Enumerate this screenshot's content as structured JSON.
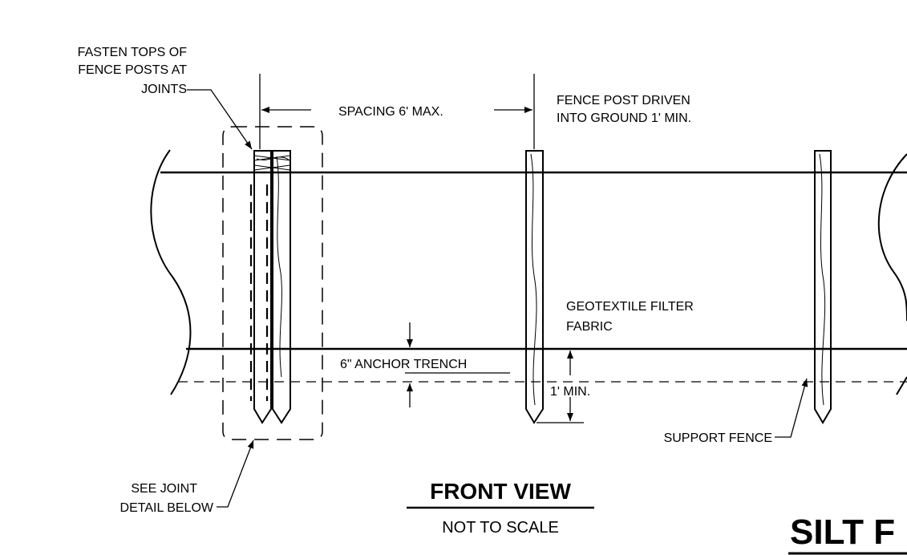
{
  "labels": {
    "fasten_line1": "FASTEN TOPS OF",
    "fasten_line2": "FENCE POSTS AT",
    "fasten_line3": "JOINTS",
    "spacing": "SPACING 6' MAX.",
    "post_driven_line1": "FENCE POST DRIVEN",
    "post_driven_line2": "INTO GROUND 1' MIN.",
    "geotextile_line1": "GEOTEXTILE FILTER",
    "geotextile_line2": "FABRIC",
    "anchor_trench": "6\" ANCHOR TRENCH",
    "one_ft_min": "1' MIN.",
    "support_fence": "SUPPORT FENCE",
    "see_joint_line1": "SEE JOINT",
    "see_joint_line2": "DETAIL BELOW"
  },
  "view_title": "FRONT VIEW",
  "view_subtitle": "NOT TO SCALE",
  "sheet_title": "SILT F"
}
